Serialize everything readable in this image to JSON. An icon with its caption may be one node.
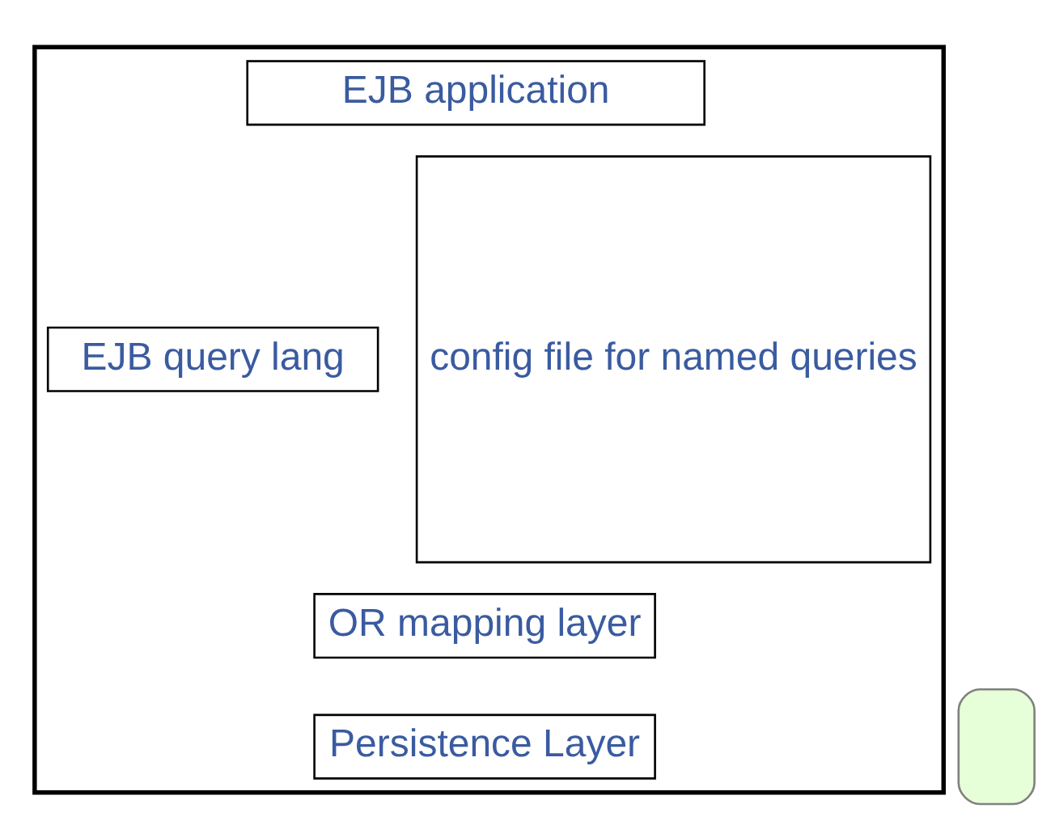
{
  "diagram": {
    "nodes": [
      {
        "text": [],
        "shape": "box"
      },
      {
        "text": [
          "EJB application"
        ],
        "in": 0
      },
      {
        "text": [
          "EJB query lang"
        ],
        "in": 0
      },
      {
        "text": [
          "config file for named queries"
        ],
        "in": 0
      },
      {
        "text": [
          "OR mapping layer"
        ],
        "in": 0
      },
      {
        "text": [
          "Persistence Layer"
        ],
        "in": 0
      },
      {
        "text": [],
        "shape": "box"
      }
    ],
    "edges": []
  }
}
